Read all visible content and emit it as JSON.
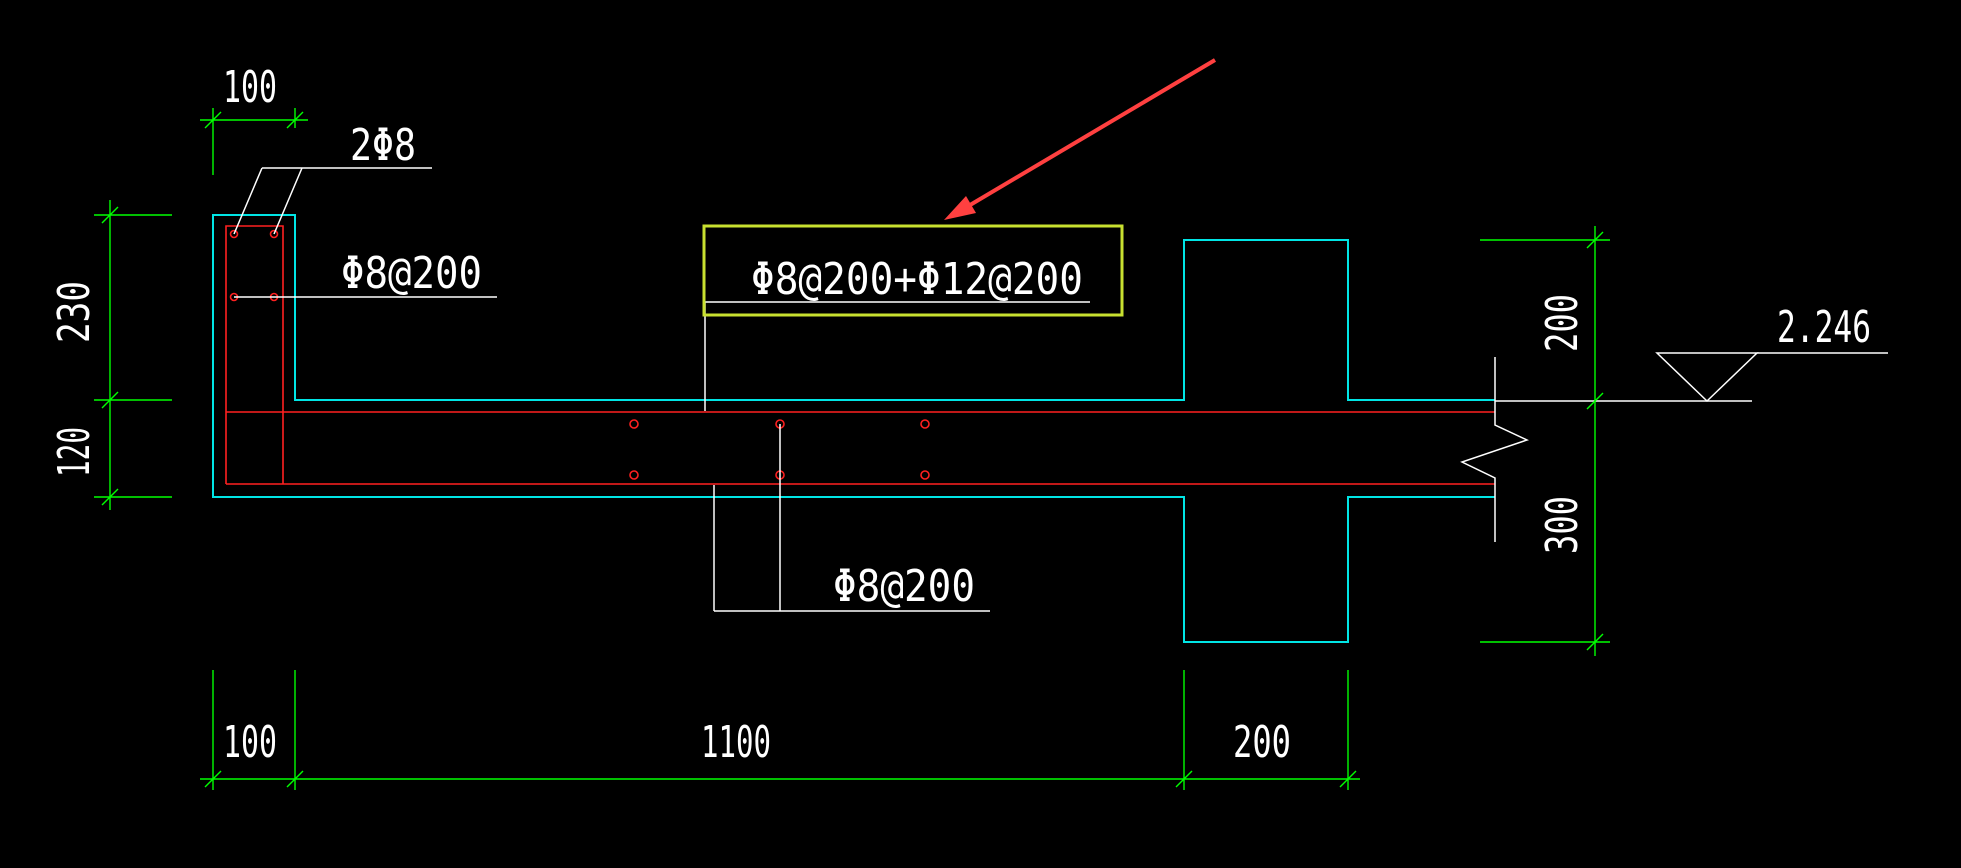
{
  "drawing": {
    "dimensions": {
      "top_width": "100",
      "left_upper": "230",
      "left_lower": "120",
      "bottom_left": "100",
      "bottom_middle": "1100",
      "bottom_right": "200",
      "right_upper": "200",
      "right_lower": "300"
    },
    "rebar_labels": {
      "top_bars": "2Φ8",
      "vertical_stirrup": "Φ8@200",
      "slab_top": "Φ8@200+Φ12@200",
      "slab_bottom": "Φ8@200"
    },
    "elevation": "2.246",
    "colors": {
      "background": "#000000",
      "dimension": "#00ff00",
      "outline": "#00e5e5",
      "rebar": "#ff2020",
      "leader": "#ffffff",
      "highlight_box": "#c8e030",
      "arrow": "#ff4040"
    }
  }
}
